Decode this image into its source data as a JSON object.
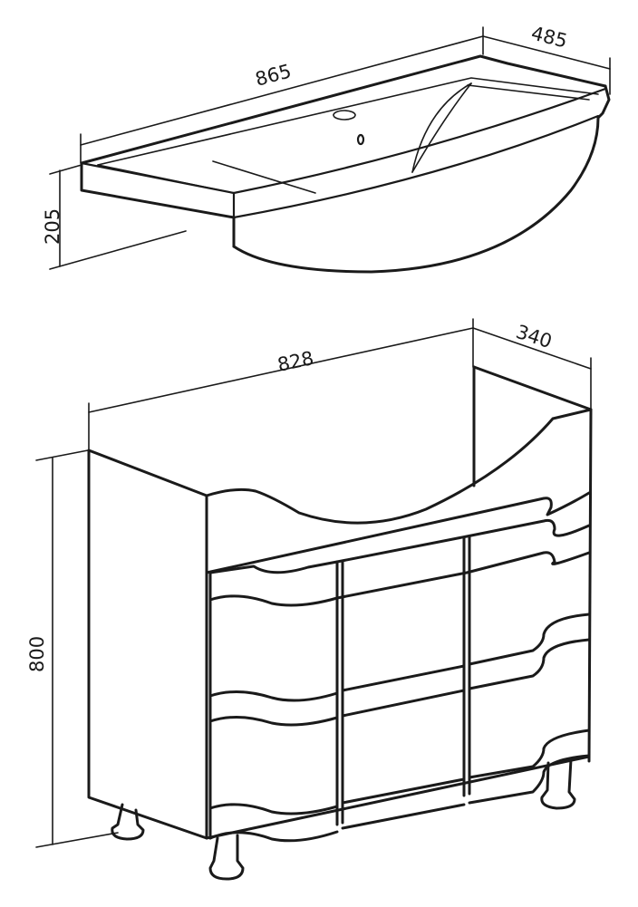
{
  "basin": {
    "width_label": "865",
    "depth_label": "485",
    "height_label": "205"
  },
  "cabinet": {
    "width_label": "828",
    "depth_label": "340",
    "height_label": "800"
  },
  "colors": {
    "line": "#1a1a1a",
    "background": "#ffffff"
  }
}
